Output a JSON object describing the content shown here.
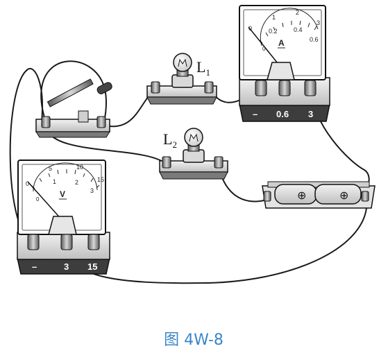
{
  "figure": {
    "caption": "图 4W-8",
    "caption_color": "#3a86c8"
  },
  "lamps": {
    "l1": {
      "letter": "L",
      "subscript": "1"
    },
    "l2": {
      "letter": "L",
      "subscript": "2"
    }
  },
  "ammeter": {
    "unit_symbol": "A",
    "outer_scale": [
      "0",
      "1",
      "2",
      "3"
    ],
    "inner_scale": [
      "0",
      "0.2",
      "0.4",
      "0.6"
    ],
    "terminals": [
      "–",
      "0.6",
      "3"
    ]
  },
  "voltmeter": {
    "unit_symbol": "V",
    "outer_scale": [
      "0",
      "5",
      "10",
      "15"
    ],
    "inner_scale": [
      "0",
      "1",
      "2",
      "3"
    ],
    "terminals": [
      "–",
      "3",
      "15"
    ]
  },
  "battery": {
    "cells": [
      "⊕",
      "⊕"
    ]
  }
}
